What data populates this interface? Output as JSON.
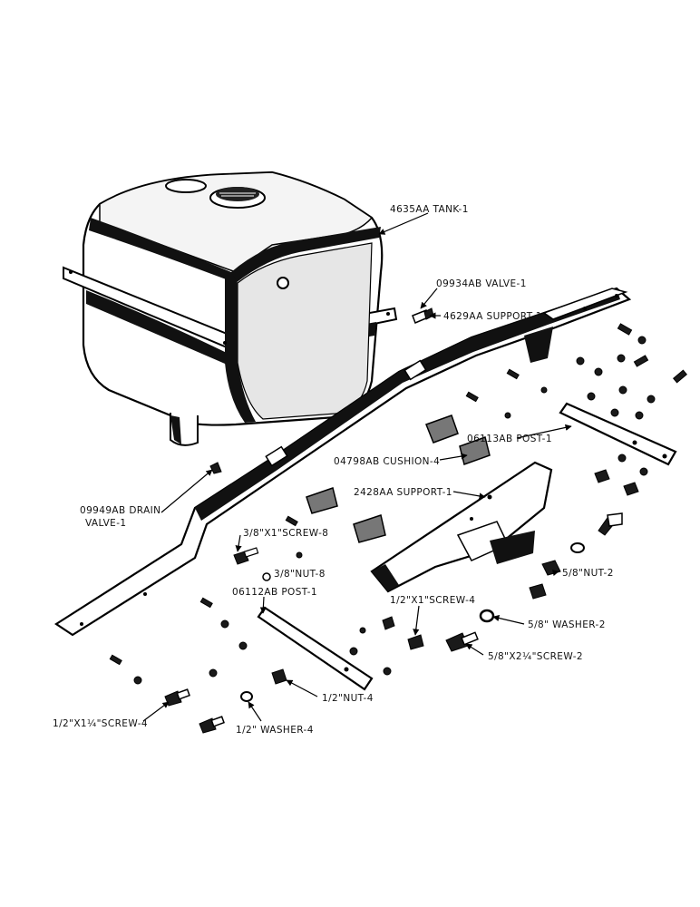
{
  "labels": {
    "tank": "4635AA TANK-1",
    "valve": "09934AB VALVE-1",
    "support_long": "4629AA SUPPORT-1",
    "post_right": "06113AB POST-1",
    "cushion": "04798AB CUSHION-4",
    "drain_valve_line1": "09949AB DRAIN",
    "drain_valve_line2": "VALVE-1",
    "support_short": "2428AA SUPPORT-1",
    "screw_3_8": "3/8\"X1\"SCREW-8",
    "nut_3_8": "3/8\"NUT-8",
    "nut_5_8": "5/8\"NUT-2",
    "post_left": "06112AB POST-1",
    "screw_half_x1": "1/2\"X1\"SCREW-4",
    "washer_5_8": "5/8\" WASHER-2",
    "screw_5_8": "5/8\"X2¼\"SCREW-2",
    "screw_half_x1q": "1/2\"X1¼\"SCREW-4",
    "nut_half": "1/2\"NUT-4",
    "washer_half": "1/2\" WASHER-4"
  }
}
